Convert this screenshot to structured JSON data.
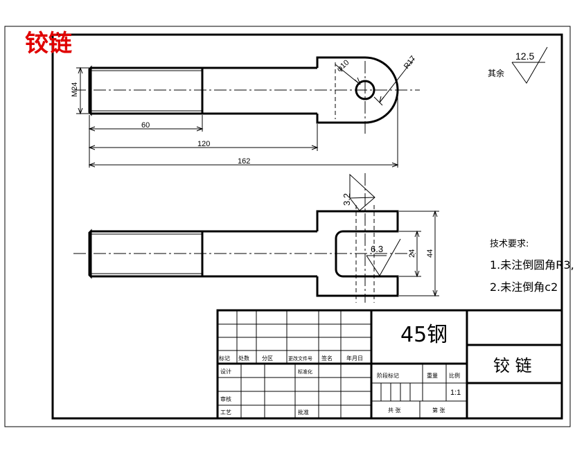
{
  "title": "铰链",
  "top_view": {
    "dims": {
      "thread": "M24",
      "len_60": "60",
      "len_120": "120",
      "len_162": "162",
      "hole": "φ10",
      "radius": "R17"
    }
  },
  "front_view": {
    "roughness_slot": "3.2",
    "roughness_inner": "6.3",
    "dims": {
      "slot": "24",
      "height": "44"
    }
  },
  "roughness_general": {
    "value": "12.5",
    "label": "其余"
  },
  "notes": {
    "heading": "技术要求:",
    "items": [
      "1.未注倒圆角R3,",
      "2.未注倒角c2"
    ]
  },
  "title_block": {
    "material": "45钢",
    "part_name": "铰 链",
    "scale": "1:1",
    "headers": [
      "标记",
      "处数",
      "分区",
      "更改文件号",
      "签名",
      "年月日"
    ],
    "design": "设计",
    "standardize": "标准化",
    "review": "审核",
    "process": "工艺",
    "approve": "批准",
    "stage_mark": "阶段标记",
    "weight": "重量",
    "ratio": "比例",
    "sheets_total": "共 张",
    "sheet_num": "第 张"
  }
}
